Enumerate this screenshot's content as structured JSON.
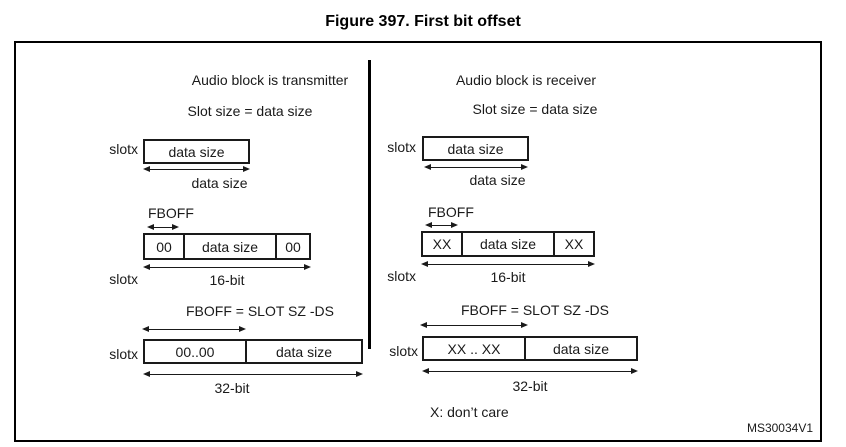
{
  "figure": {
    "title": "Figure 397. First bit offset",
    "watermark": "MS30034V1"
  },
  "colors": {
    "ink": "#1a1a1a",
    "border": "#000000",
    "background": "#ffffff"
  },
  "columns": {
    "transmitter": {
      "header": "Audio block is transmitter",
      "subheader": "Slot size = data size",
      "row1": {
        "slot_label": "slotx",
        "cell": "data size",
        "width_label": "data size"
      },
      "row2": {
        "slot_label": "slotx",
        "offset_label": "FBOFF",
        "cells": [
          "00",
          "data size",
          "00"
        ],
        "width_label": "16-bit"
      },
      "row3": {
        "slot_label": "slotx",
        "offset_label": "FBOFF = SLOT SZ -DS",
        "cells": [
          "00..00",
          "data size"
        ],
        "width_label": "32-bit"
      }
    },
    "receiver": {
      "header": "Audio block is receiver",
      "subheader": "Slot size = data size",
      "row1": {
        "slot_label": "slotx",
        "cell": "data size",
        "width_label": "data size"
      },
      "row2": {
        "slot_label": "slotx",
        "offset_label": "FBOFF",
        "cells": [
          "XX",
          "data size",
          "XX"
        ],
        "width_label": "16-bit"
      },
      "row3": {
        "slot_label": "slotx",
        "offset_label": "FBOFF = SLOT SZ -DS",
        "cells": [
          "XX .. XX",
          "data size"
        ],
        "width_label": "32-bit"
      },
      "footnote": "X: don’t care"
    }
  }
}
